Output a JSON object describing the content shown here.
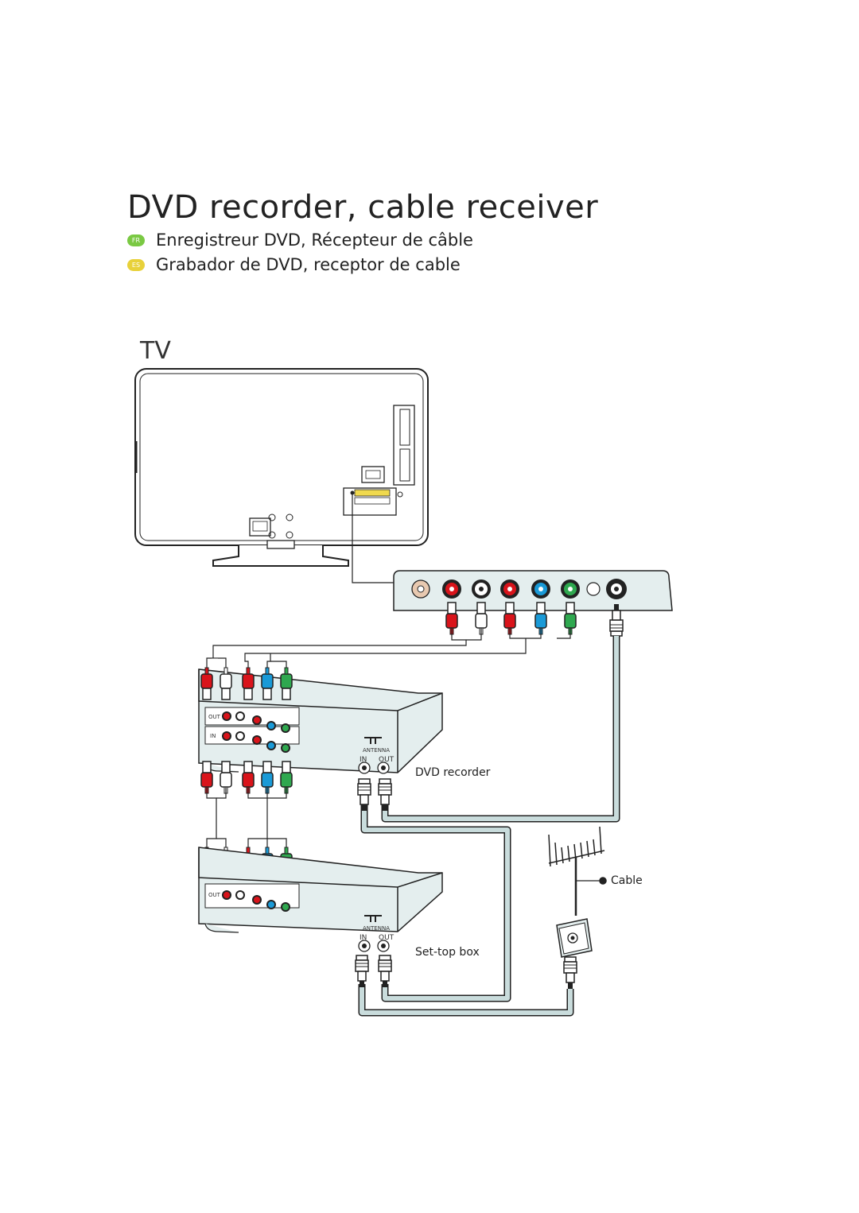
{
  "header": {
    "title": "DVD recorder, cable receiver",
    "subtitles": [
      {
        "lang": "FR",
        "color": "#7ac943",
        "text": "Enregistreur DVD, Récepteur de câble"
      },
      {
        "lang": "ES",
        "color": "#e8d13a",
        "text": "Grabador de DVD, receptor de cable"
      }
    ]
  },
  "diagram": {
    "tv_label": "TV",
    "dvd_recorder_label": "DVD recorder",
    "settop_box_label": "Set-top box",
    "cable_label": "Cable",
    "antenna_label": "ANTENNA",
    "in_label": "IN",
    "out_label": "OUT",
    "port_out_label": "OUT",
    "port_in_label": "IN"
  },
  "colors": {
    "red": "#d9141b",
    "white": "#ffffff",
    "blue": "#1a9ad7",
    "green": "#2fa84f",
    "coax_cable": "#c9dcdc",
    "device_fill": "#e4eeee"
  }
}
